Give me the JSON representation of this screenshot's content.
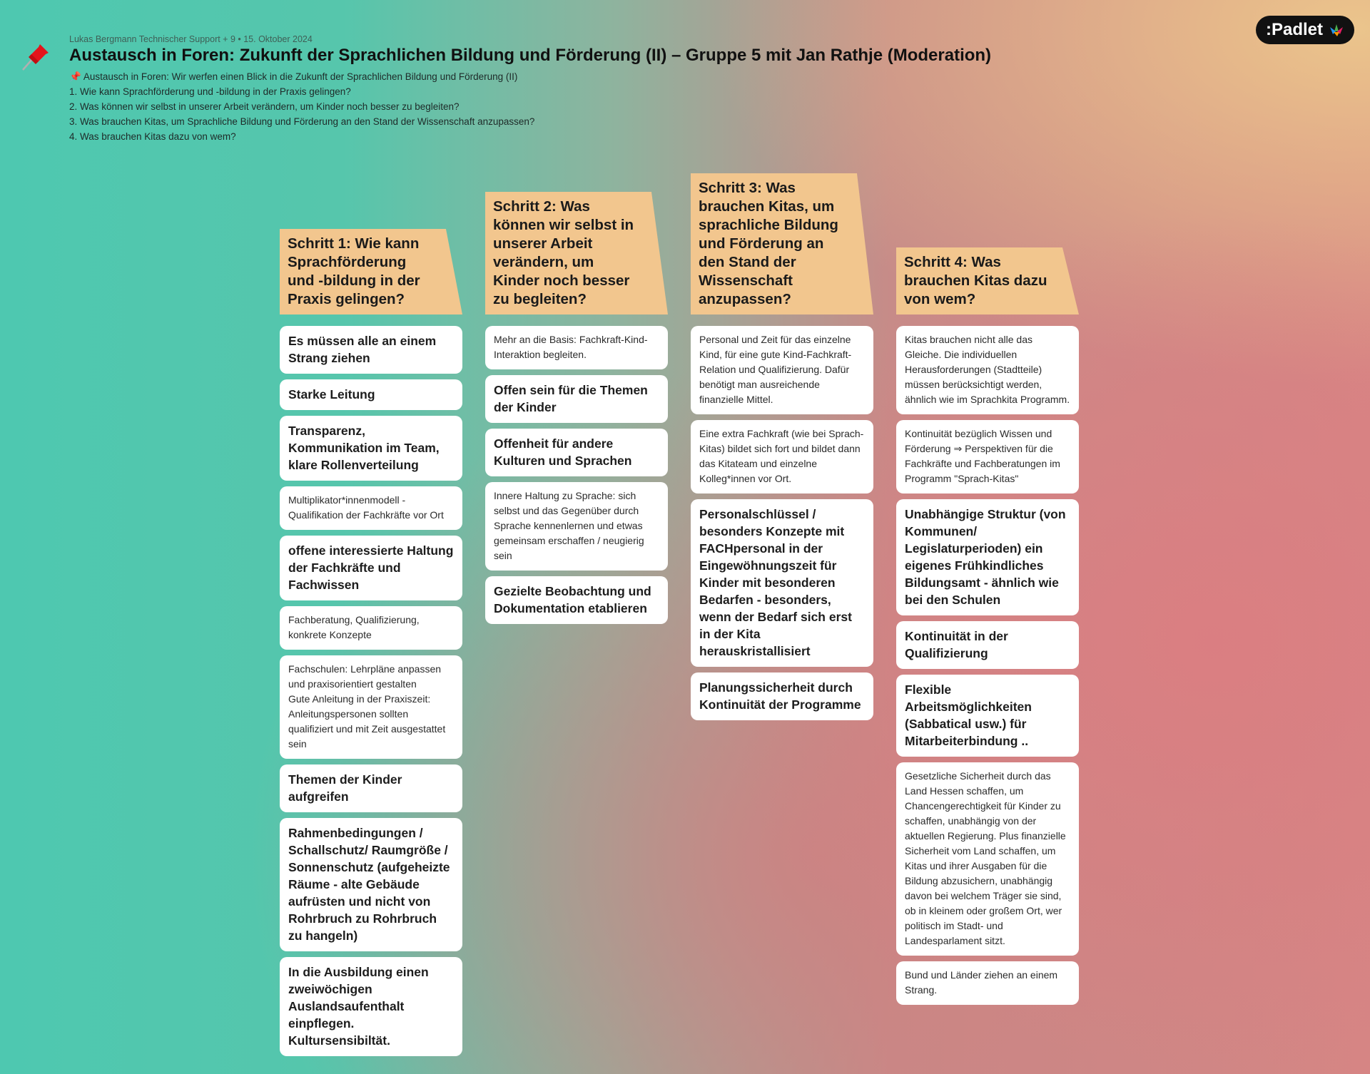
{
  "header": {
    "meta": "Lukas Bergmann Technischer Support + 9 •  15. Oktober 2024",
    "title": "Austausch in Foren: Zukunft der Sprachlichen Bildung und Förderung (II) – Gruppe 5 mit Jan Rathje (Moderation)",
    "description": [
      "📌 Austausch in Foren: Wir werfen einen Blick in die Zukunft der Sprachlichen Bildung und Förderung (II)",
      "1. Wie kann Sprachförderung und -bildung in der Praxis gelingen?",
      "2. Was können wir selbst in unserer Arbeit verändern, um Kinder noch besser zu begleiten?",
      "3. Was brauchen Kitas, um Sprachliche Bildung und Förderung an den Stand der Wissenschaft anzupassen?",
      "4. Was brauchen Kitas dazu von wem?"
    ],
    "logo": ":Padlet",
    "icon": "pushpin-icon"
  },
  "columns": [
    {
      "title": "Schritt 1: Wie kann Sprachförderung und -bildung in der Praxis gelingen?",
      "cards": [
        {
          "text": "Es müssen alle an einem Strang ziehen",
          "bold": true
        },
        {
          "text": " Starke Leitung",
          "bold": true
        },
        {
          "text": "Transparenz, Kommunikation im Team, klare Rollenverteilung",
          "bold": true
        },
        {
          "text": "Multiplikator*innenmodell - Qualifikation der Fachkräfte vor Ort",
          "bold": false
        },
        {
          "text": "offene interessierte Haltung der Fachkräfte und Fachwissen",
          "bold": true
        },
        {
          "text": "Fachberatung, Qualifizierung, konkrete Konzepte",
          "bold": false
        },
        {
          "text": "Fachschulen: Lehrpläne anpassen und praxisorientiert gestalten\nGute Anleitung in der Praxiszeit: Anleitungspersonen  sollten qualifiziert und mit Zeit ausgestattet sein",
          "bold": false
        },
        {
          "text": "Themen der Kinder aufgreifen",
          "bold": true
        },
        {
          "text": "Rahmenbedingungen / Schallschutz/ Raumgröße / Sonnenschutz (aufgeheizte Räume - alte Gebäude aufrüsten und nicht von Rohrbruch zu Rohrbruch zu hangeln)",
          "bold": true
        },
        {
          "text": "In die Ausbildung einen zweiwöchigen Auslandsaufenthalt einpflegen. Kultursensibiltät.",
          "bold": true
        }
      ]
    },
    {
      "title": "Schritt 2: Was können wir selbst in unserer Arbeit verändern, um Kinder noch besser zu begleiten?",
      "cards": [
        {
          "text": "Mehr an die Basis: Fachkraft-Kind-Interaktion begleiten.",
          "bold": false
        },
        {
          "text": "Offen sein für die Themen der Kinder",
          "bold": true
        },
        {
          "text": "Offenheit für andere Kulturen und Sprachen",
          "bold": true
        },
        {
          "text": "Innere Haltung zu Sprache: sich selbst und das Gegenüber durch Sprache kennenlernen und etwas gemeinsam erschaffen / neugierig sein",
          "bold": false
        },
        {
          "text": "Gezielte Beobachtung und Dokumentation etablieren",
          "bold": true
        }
      ]
    },
    {
      "title": "Schritt 3: Was brauchen Kitas, um sprachliche Bildung und Förderung an den Stand der Wissenschaft anzupassen?",
      "cards": [
        {
          "text": "Personal und Zeit für das einzelne Kind, für eine gute Kind-Fachkraft-Relation und Qualifizierung. Dafür benötigt man ausreichende finanzielle Mittel.",
          "bold": false
        },
        {
          "text": "Eine extra Fachkraft (wie bei Sprach-Kitas) bildet sich fort und bildet dann das Kitateam und einzelne Kolleg*innen vor Ort.",
          "bold": false
        },
        {
          "text": "Personalschlüssel / besonders Konzepte mit FACHpersonal in der Eingewöhnungszeit für Kinder mit besonderen Bedarfen - besonders, wenn der Bedarf sich erst in der Kita herauskristallisiert",
          "bold": true
        },
        {
          "text": "Planungssicherheit durch Kontinuität der Programme",
          "bold": true
        }
      ]
    },
    {
      "title": "Schritt 4: Was brauchen Kitas dazu von wem?",
      "cards": [
        {
          "text": "Kitas brauchen nicht alle das Gleiche. Die individuellen Herausforderungen (Stadtteile) müssen berücksichtigt werden, ähnlich wie im Sprachkita Programm.",
          "bold": false
        },
        {
          "text": "Kontinuität bezüglich Wissen und Förderung ⇒ Perspektiven für die Fachkräfte und Fachberatungen im Programm \"Sprach-Kitas\"",
          "bold": false
        },
        {
          "text": "Unabhängige Struktur (von Kommunen/ Legislaturperioden) ein eigenes Frühkindliches Bildungsamt - ähnlich wie bei den Schulen",
          "bold": true
        },
        {
          "text": "Kontinuität in der Qualifizierung",
          "bold": true
        },
        {
          "text": "Flexible Arbeitsmöglichkeiten (Sabbatical usw.) für Mitarbeiterbindung ..",
          "bold": true
        },
        {
          "text": "Gesetzliche Sicherheit durch das Land Hessen schaffen, um Chancengerechtigkeit für Kinder zu schaffen, unabhängig von der aktuellen Regierung. Plus finanzielle Sicherheit vom Land schaffen, um Kitas und ihrer Ausgaben für die Bildung abzusichern, unabhängig davon bei welchem Träger sie sind, ob in kleinem oder großem Ort, wer politisch im Stadt- und Landesparlament sitzt.",
          "bold": false
        },
        {
          "text": "Bund und Länder ziehen an einem Strang.",
          "bold": false
        }
      ]
    }
  ]
}
